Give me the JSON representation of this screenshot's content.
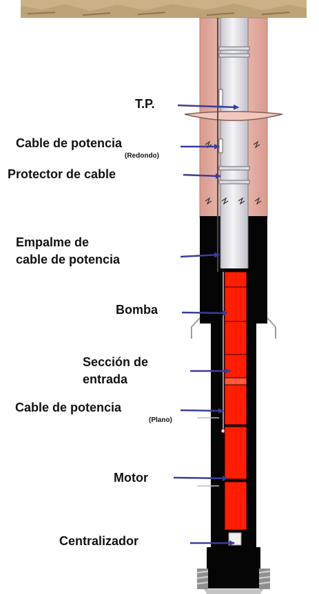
{
  "labels": {
    "tp": "T.P.",
    "round_cable": "Cable de potencia",
    "round_cable_sub": "(Redondo)",
    "cable_protector": "Protector de cable",
    "splice_line1": "Empalme de",
    "splice_line2": "cable de potencia",
    "pump": "Bomba",
    "intake_line1": "Sección de",
    "intake_line2": "entrada",
    "flat_cable": "Cable de potencia",
    "flat_cable_sub": "(Plano)",
    "motor": "Motor",
    "centralizer": "Centralizador"
  },
  "colors": {
    "arrow": "#3a3d9a",
    "pump_red": "#ff1e00",
    "casing_pink": "#e8b7ad",
    "tubing_gray": "#e4e4ec",
    "well_black": "#050505",
    "ground_tan": "#c9b287"
  }
}
